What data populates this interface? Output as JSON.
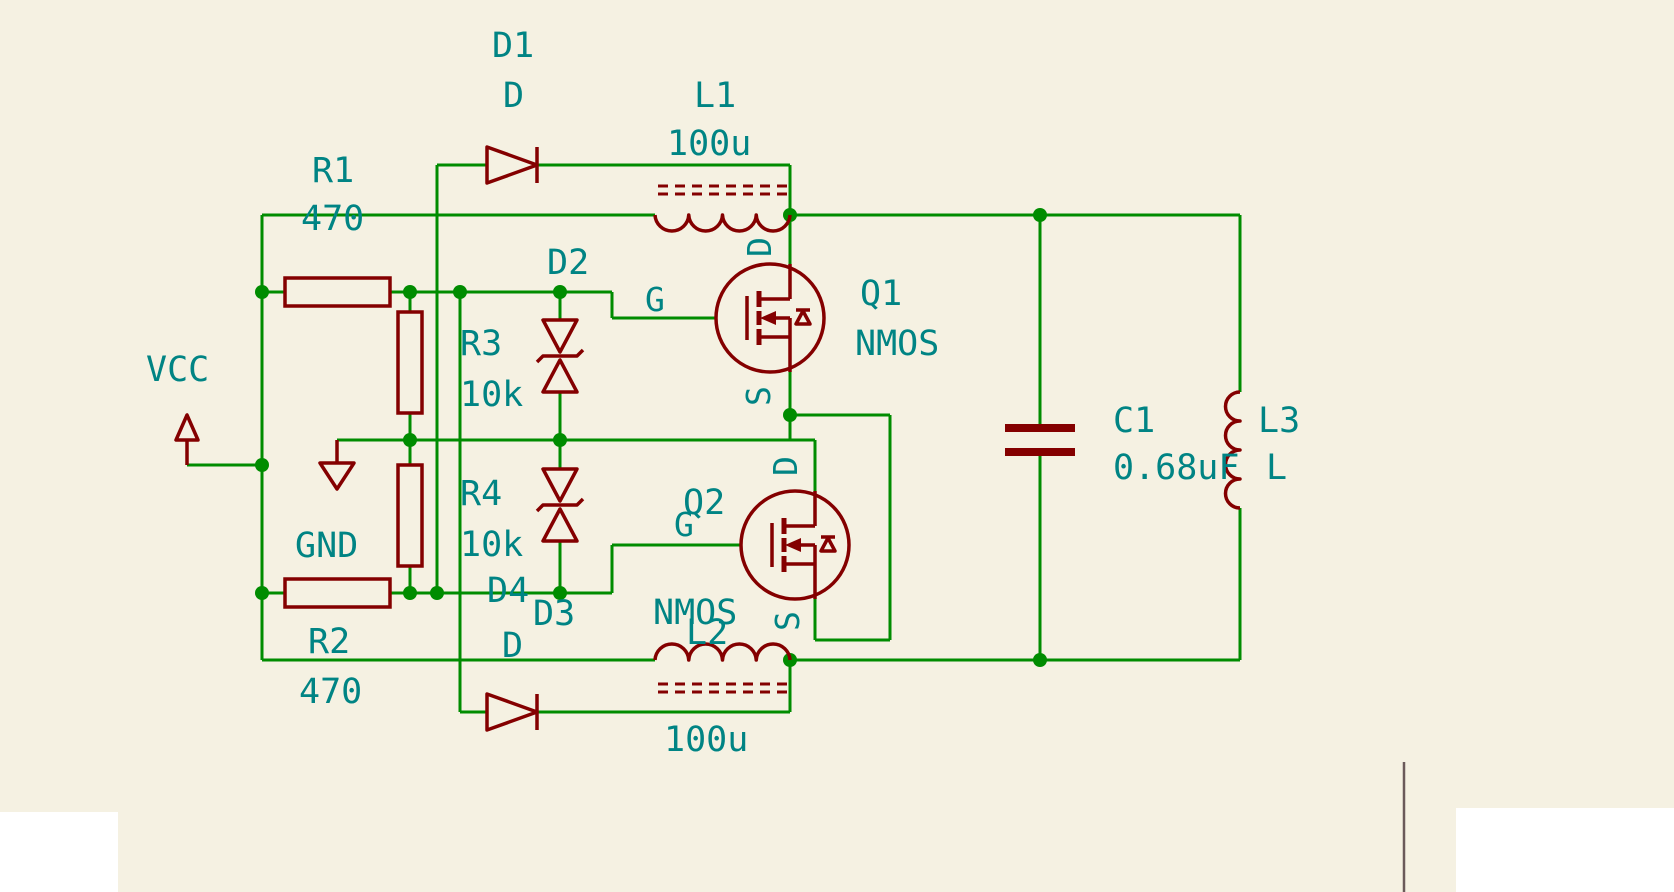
{
  "colors": {
    "background": "#F5F1E2",
    "wire_green": "#008C00",
    "symbol_maroon": "#840000",
    "text_teal": "#008484"
  },
  "power": {
    "vcc_label": "VCC",
    "gnd_label": "GND"
  },
  "components": {
    "r1": {
      "ref": "R1",
      "value": "470"
    },
    "r2": {
      "ref": "R2",
      "value": "470"
    },
    "r3": {
      "ref": "R3",
      "value": "10k"
    },
    "r4": {
      "ref": "R4",
      "value": "10k"
    },
    "d1": {
      "ref": "D1",
      "value": "D"
    },
    "d2": {
      "ref": "D2"
    },
    "d3": {
      "ref": "D3",
      "value": "D"
    },
    "d4": {
      "ref": "D4"
    },
    "l1": {
      "ref": "L1",
      "value": "100u"
    },
    "l2": {
      "ref": "L2",
      "value": "100u"
    },
    "l3": {
      "ref": "L3",
      "value": "L"
    },
    "c1": {
      "ref": "C1",
      "value": "0.68uF"
    },
    "q1": {
      "ref": "Q1",
      "value": "NMOS",
      "pin_d": "D",
      "pin_g": "G",
      "pin_s": "S"
    },
    "q2": {
      "ref": "Q2",
      "value": "NMOS",
      "pin_d": "D",
      "pin_g": "G",
      "pin_s": "S"
    }
  }
}
